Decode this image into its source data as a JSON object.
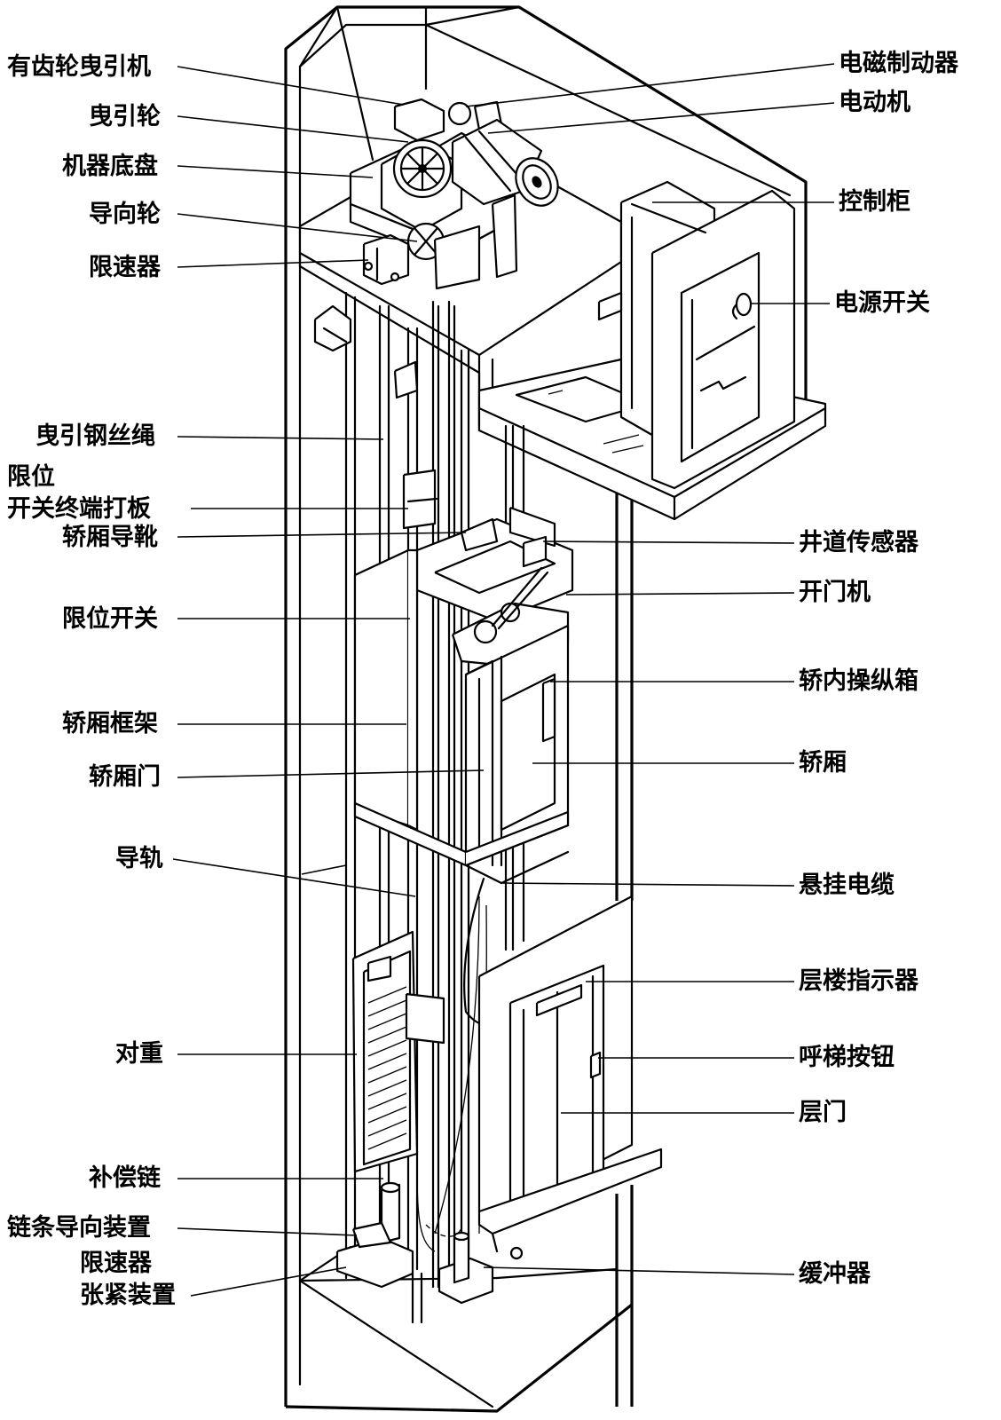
{
  "labels_left": [
    {
      "id": "geared-traction-machine",
      "text": "有齿轮曳引机"
    },
    {
      "id": "traction-sheave",
      "text": "曳引轮"
    },
    {
      "id": "machine-base",
      "text": "机器底盘"
    },
    {
      "id": "deflector-sheave",
      "text": "导向轮"
    },
    {
      "id": "speed-governor",
      "text": "限速器"
    },
    {
      "id": "traction-rope",
      "text": "曳引钢丝绳"
    },
    {
      "id": "limit-a",
      "text": "限位"
    },
    {
      "id": "limit-switch-striker",
      "text": "开关终端打板"
    },
    {
      "id": "car-guide-shoe",
      "text": "轿厢导靴"
    },
    {
      "id": "limit-switch",
      "text": "限位开关"
    },
    {
      "id": "car-frame",
      "text": "轿厢框架"
    },
    {
      "id": "car-door",
      "text": "轿厢门"
    },
    {
      "id": "guide-rail",
      "text": "导轨"
    },
    {
      "id": "counterweight",
      "text": "对重"
    },
    {
      "id": "compensating-chain",
      "text": "补偿链"
    },
    {
      "id": "chain-guide-device",
      "text": "链条导向装置"
    },
    {
      "id": "governor-a",
      "text": "限速器"
    },
    {
      "id": "governor-tension-device",
      "text": "张紧装置"
    }
  ],
  "labels_right": [
    {
      "id": "electromagnetic-brake",
      "text": "电磁制动器"
    },
    {
      "id": "electric-motor",
      "text": "电动机"
    },
    {
      "id": "control-cabinet",
      "text": "控制柜"
    },
    {
      "id": "power-switch",
      "text": "电源开关"
    },
    {
      "id": "hoistway-sensor",
      "text": "井道传感器"
    },
    {
      "id": "door-operator",
      "text": "开门机"
    },
    {
      "id": "car-operating-panel",
      "text": "轿内操纵箱"
    },
    {
      "id": "elevator-car",
      "text": "轿厢"
    },
    {
      "id": "traveling-cable",
      "text": "悬挂电缆"
    },
    {
      "id": "floor-indicator",
      "text": "层楼指示器"
    },
    {
      "id": "call-button",
      "text": "呼梯按钮"
    },
    {
      "id": "landing-door",
      "text": "层门"
    },
    {
      "id": "buffer",
      "text": "缓冲器"
    }
  ]
}
